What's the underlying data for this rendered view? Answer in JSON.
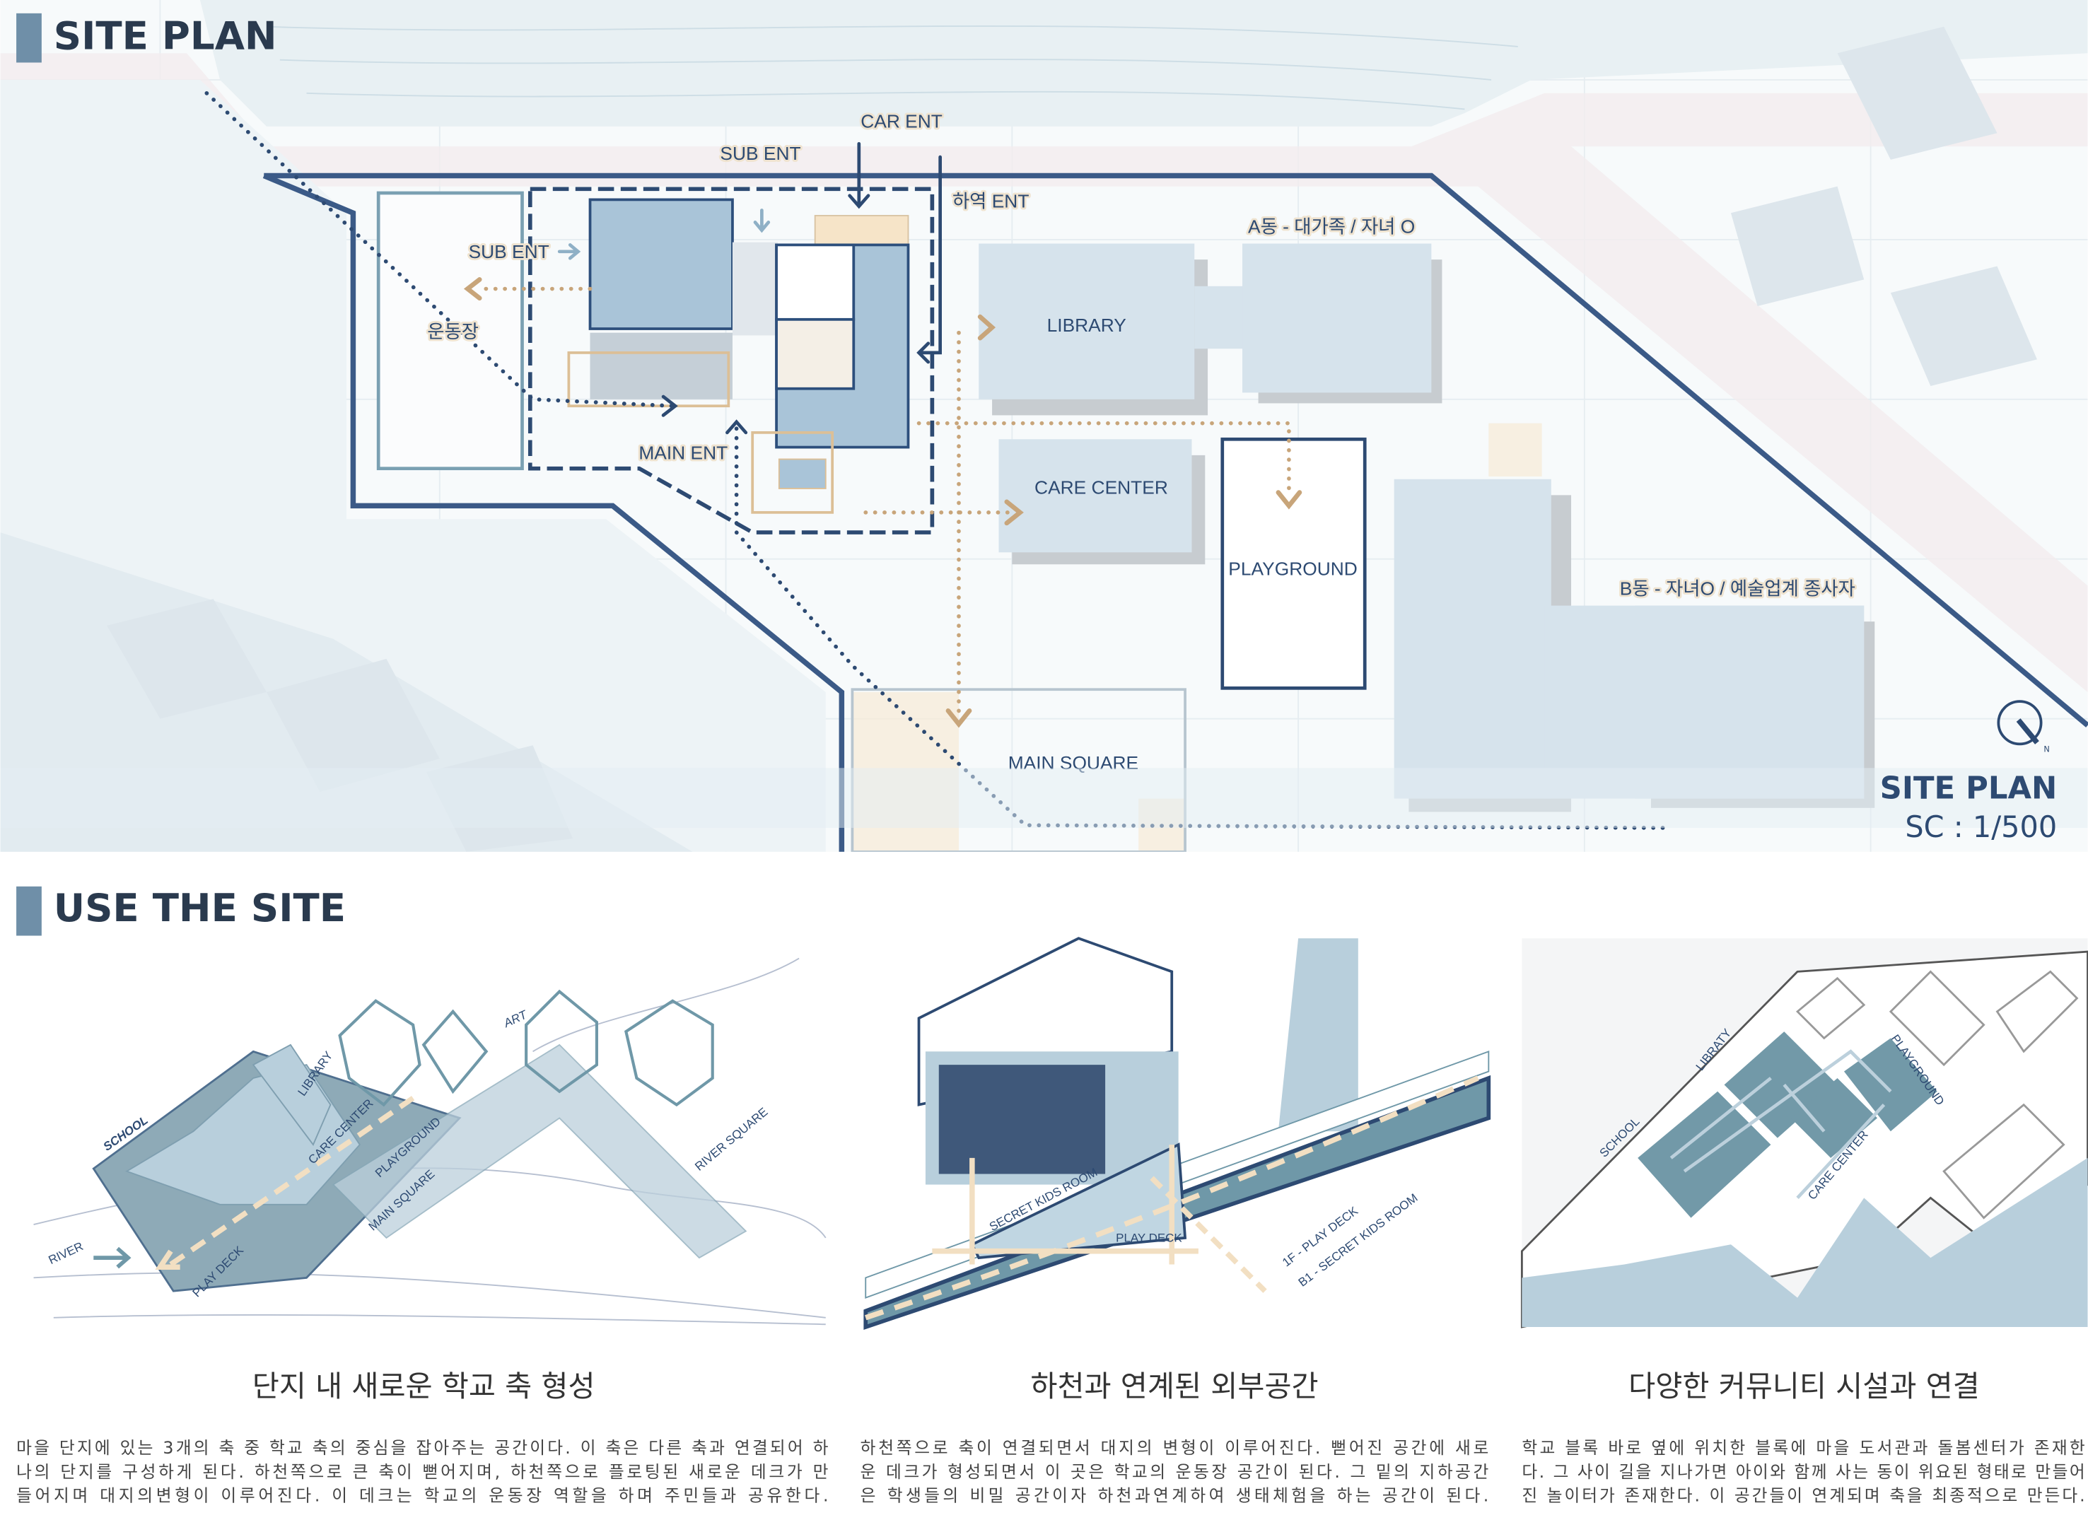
{
  "site_plan": {
    "header": "SITE PLAN",
    "labels": {
      "car_ent": "CAR ENT",
      "sub_ent_top": "SUB ENT",
      "loading_ent": "하역 ENT",
      "sub_ent_left": "SUB ENT",
      "sports_field": "운동장",
      "building_a": "A동 - 대가족 / 자녀 O",
      "library": "LIBRARY",
      "main_ent": "MAIN ENT",
      "care_center": "CARE CENTER",
      "playground": "PLAYGROUND",
      "building_b": "B동 - 자녀O / 예술업계 종사자",
      "main_square": "MAIN SQUARE"
    },
    "title_block": {
      "title": "SITE PLAN",
      "scale": "SC : 1/500",
      "north": "N"
    }
  },
  "use_the_site": {
    "header": "USE THE SITE",
    "panels": [
      {
        "title": "단지 내 새로운 학교 축 형성",
        "labels": {
          "school": "SCHOOL",
          "art": "ART",
          "library": "LIBRARY",
          "care_center": "CARE CENTER",
          "playground": "PLAYGROUND",
          "main_square": "MAIN SQUARE",
          "river_square": "RIVER SQUARE",
          "river": "RIVER",
          "play_deck": "PLAY DECK"
        },
        "lines": [
          "마을 단지에 있는 3개의 축 중 학교 축의 중심을 잡아주는 공간이다. 이 축은 다른 축과 연결되어 하",
          "나의 단지를 구성하게 된다. 하천쪽으로 큰 축이 뻗어지며, 하천쪽으로 플로팅된 새로운 데크가 만",
          "들어지며 대지의변형이 이루어진다. 이 데크는 학교의 운동장 역할을 하며 주민들과 공유한다."
        ]
      },
      {
        "title": "하천과 연계된 외부공간",
        "labels": {
          "secret_kids_room": "SECRET KIDS ROOM",
          "play_deck": "PLAY DECK",
          "legend_1f": "1F - PLAY DECK",
          "legend_b1": "B1 - SECRET KIDS ROOM"
        },
        "lines": [
          "하천쪽으로 축이 연결되면서 대지의 변형이 이루어진다. 뻗어진 공간에 새로",
          "운 데크가 형성되면서 이 곳은 학교의 운동장 공간이 된다. 그 밑의 지하공간",
          "은 학생들의 비밀 공간이자 하천과연계하여 생태체험을 하는 공간이 된다."
        ]
      },
      {
        "title": "다양한 커뮤니티 시설과 연결",
        "labels": {
          "school": "SCHOOL",
          "library": "LIBRATY",
          "playground": "PLAYGROUND",
          "care_center": "CARE CENTER"
        },
        "lines": [
          "학교 블록 바로 옆에 위치한 블록에 마을 도서관과 돌봄센터가 존재한",
          "다. 그 사이 길을 지나가면 아이와 함께 사는 동이 위요된 형태로 만들어",
          "진 놀이터가 존재한다. 이 공간들이 연계되며 축을 최종적으로 만든다."
        ]
      }
    ]
  },
  "colors": {
    "navy": "#2d4a72",
    "steel": "#6f98a8",
    "light_blue": "#d6e3ec",
    "mid_blue": "#a9c4d8",
    "tan": "#c8a57a",
    "header_bar": "#6f8fa8"
  }
}
